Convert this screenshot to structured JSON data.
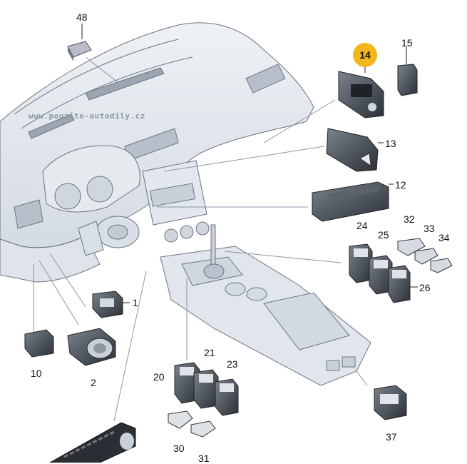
{
  "watermark": "www.pouzite-autodily.cz",
  "highlight_color": "#f2b51c",
  "callouts": {
    "c48": "48",
    "c14": "14",
    "c15": "15",
    "c13": "13",
    "c12": "12",
    "c1": "1",
    "c24": "24",
    "c25": "25",
    "c32": "32",
    "c33": "33",
    "c34": "34",
    "c26": "26",
    "c10": "10",
    "c2": "2",
    "c20": "20",
    "c21": "21",
    "c23": "23",
    "c30": "30",
    "c31": "31",
    "c37": "37"
  },
  "highlighted_part": "14"
}
